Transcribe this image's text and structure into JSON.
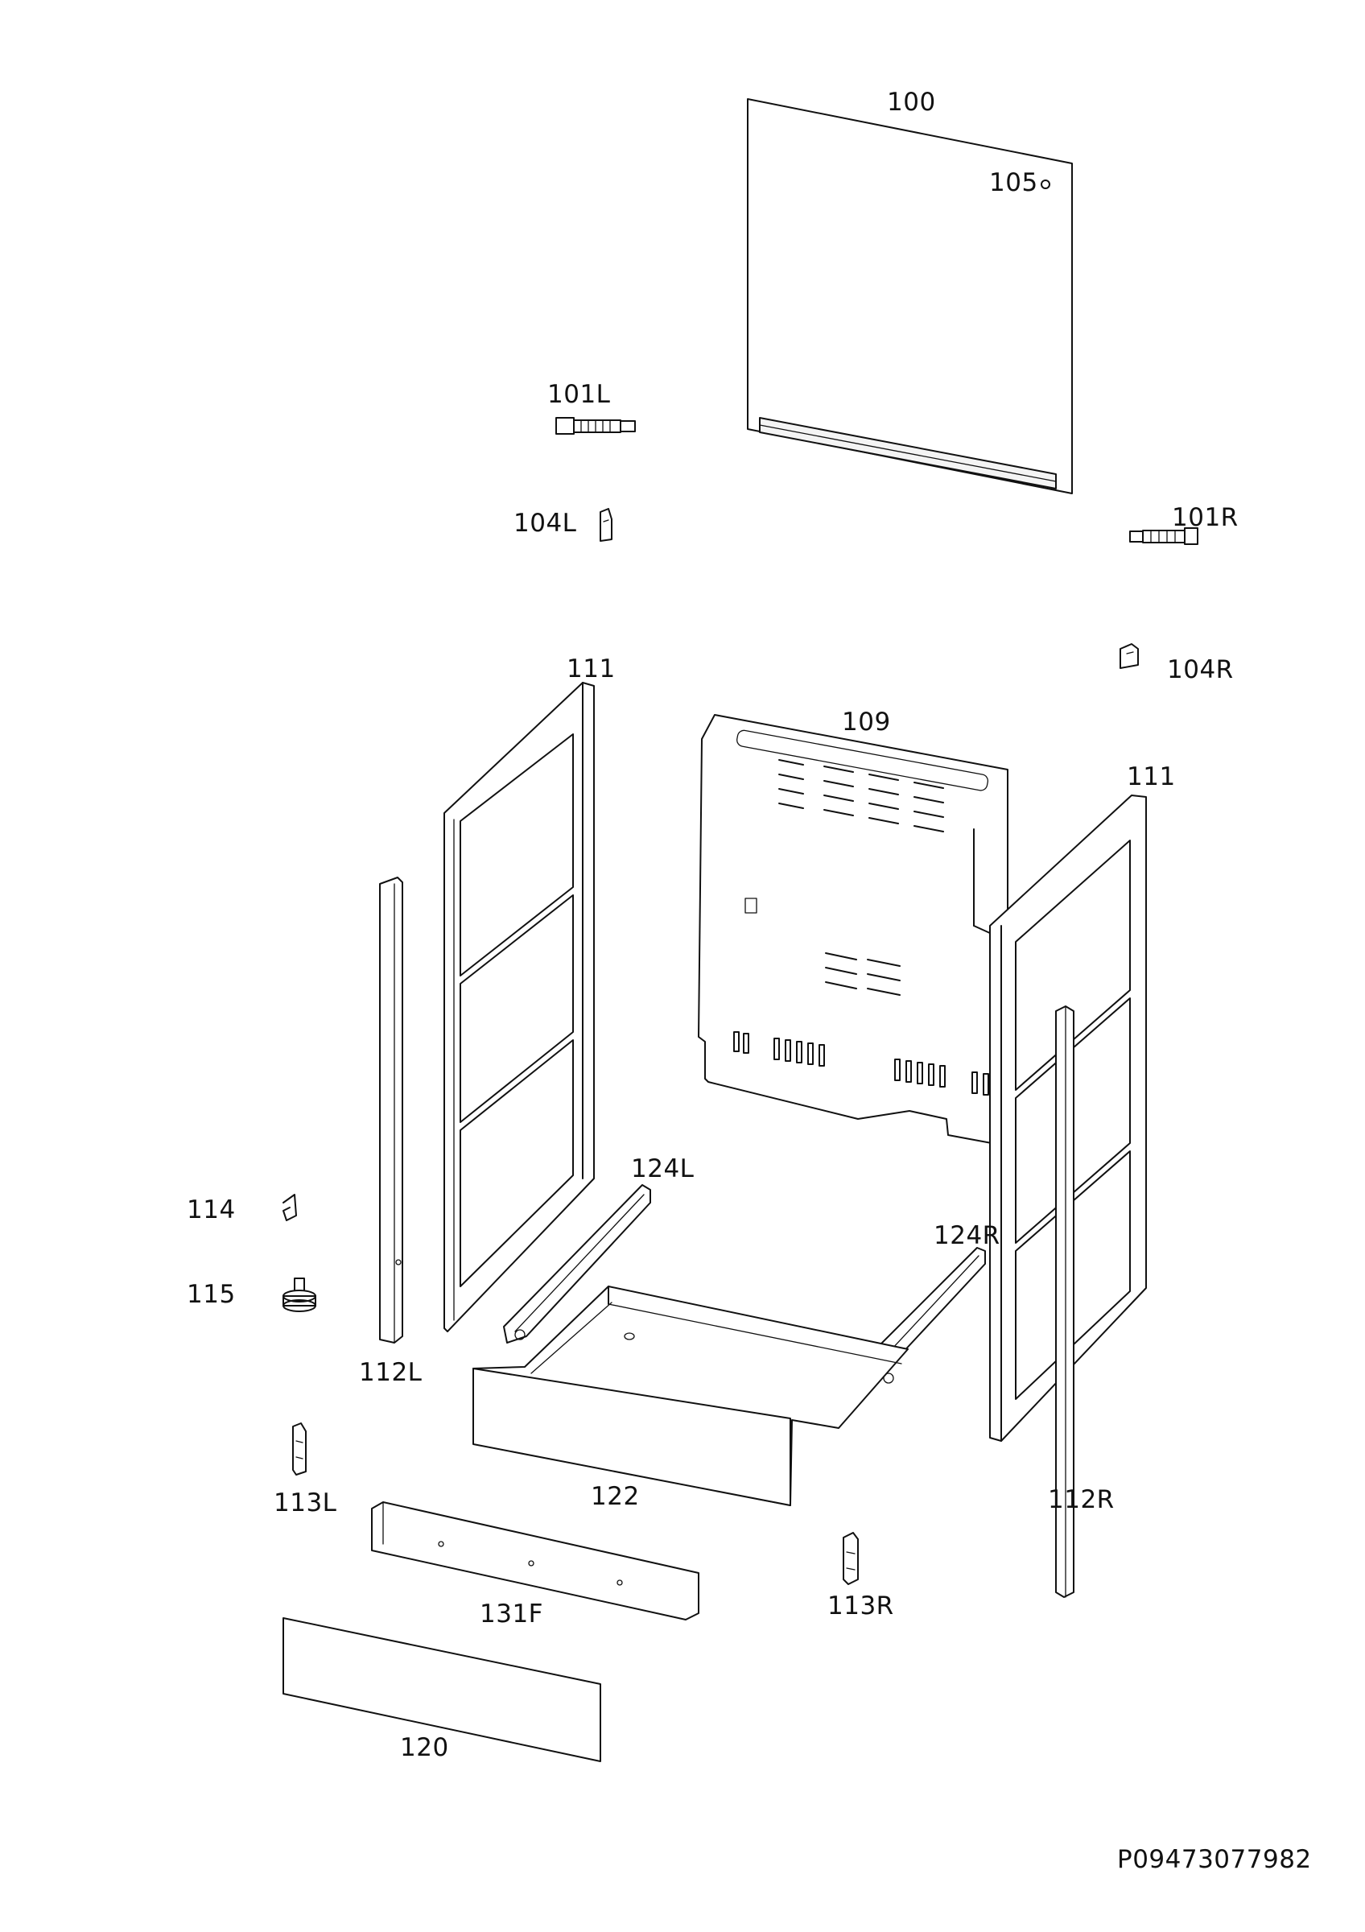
{
  "document_code": "P09473077982",
  "parts": [
    {
      "id": "100",
      "label": "100"
    },
    {
      "id": "105",
      "label": "105"
    },
    {
      "id": "101L",
      "label": "101L"
    },
    {
      "id": "101R",
      "label": "101R"
    },
    {
      "id": "104L",
      "label": "104L"
    },
    {
      "id": "104R",
      "label": "104R"
    },
    {
      "id": "111-left",
      "label": "111"
    },
    {
      "id": "111-right",
      "label": "111"
    },
    {
      "id": "109",
      "label": "109"
    },
    {
      "id": "124L",
      "label": "124L"
    },
    {
      "id": "124R",
      "label": "124R"
    },
    {
      "id": "114",
      "label": "114"
    },
    {
      "id": "115",
      "label": "115"
    },
    {
      "id": "112L",
      "label": "112L"
    },
    {
      "id": "112R",
      "label": "112R"
    },
    {
      "id": "122",
      "label": "122"
    },
    {
      "id": "113L",
      "label": "113L"
    },
    {
      "id": "113R",
      "label": "113R"
    },
    {
      "id": "131F",
      "label": "131F"
    },
    {
      "id": "120",
      "label": "120"
    }
  ]
}
